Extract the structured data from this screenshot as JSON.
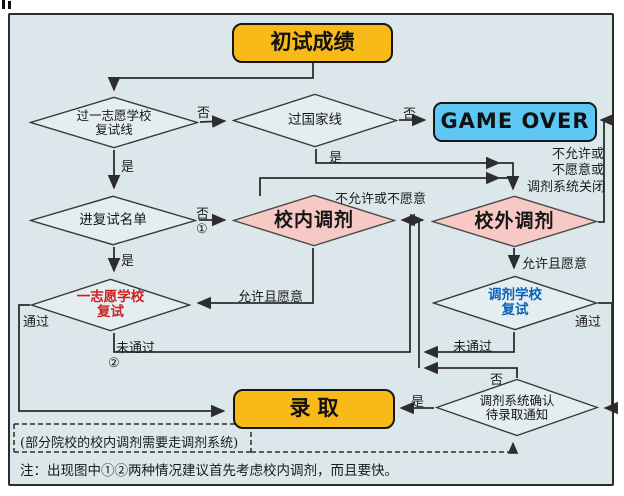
{
  "colors": {
    "canvas_background": "#dbe7ea",
    "terminal_yellow": "#f8ba18",
    "terminal_blue": "#5ec8f5",
    "adjust_pink": "#f7c9c5",
    "red_text": "#cf1f1f",
    "blue_text": "#0b63b8",
    "line": "#2d2d2d"
  },
  "nodes": {
    "start": {
      "label": "初试成绩"
    },
    "d_first_choice_line": {
      "line1": "过一志愿学校",
      "line2": "复试线"
    },
    "d_national_line": {
      "label": "过国家线"
    },
    "game_over": {
      "label": "GAME OVER"
    },
    "d_shortlist": {
      "label": "进复试名单"
    },
    "d_internal_adjust": {
      "label": "校内调剂"
    },
    "d_external_adjust": {
      "label": "校外调剂"
    },
    "d_first_choice_retest": {
      "line1": "一志愿学校",
      "line2": "复试"
    },
    "d_adjust_school_retest": {
      "line1": "调剂学校",
      "line2": "复试"
    },
    "d_system_confirm": {
      "line1": "调剂系统确认",
      "line2": "待录取通知"
    },
    "admitted": {
      "label": "录取"
    }
  },
  "edge_labels": {
    "no_d1_d2": "否",
    "no_d2_go": "否",
    "no_d3_d4": "否",
    "circled_1": "①",
    "yes_d1_d3": "是",
    "yes_d2_d5": "是",
    "yes_d3_d6": "是",
    "not_allowed_or_unwilling": "不允许或不愿意",
    "allowed_willing_left": "允许且愿意",
    "allowed_willing_right": "允许且愿意",
    "pass_left": "通过",
    "pass_right": "通过",
    "fail_left": "未通过",
    "circled_2": "②",
    "fail_right": "未通过",
    "no_d8": "否",
    "yes_d8": "是",
    "go_reason_1": "不允许或",
    "go_reason_2": "不愿意或",
    "go_reason_3": "调剂系统关闭"
  },
  "notes": {
    "dashed": "(部分院校的校内调剂需要走调剂系统)",
    "bottom": "注：出现图中①②两种情况建议首先考虑校内调剂，而且要快。"
  }
}
